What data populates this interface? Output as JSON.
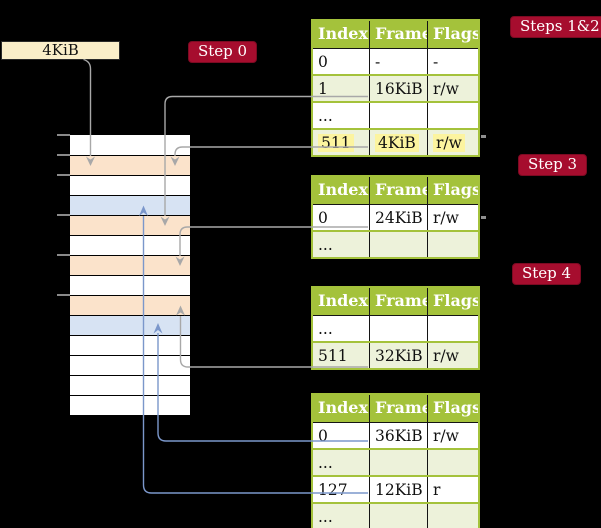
{
  "figure": {
    "legend_box": {
      "label": "4KiB"
    },
    "badges": [
      {
        "label": "Step 0"
      },
      {
        "label": "Steps 1&2"
      },
      {
        "label": "Step 3"
      },
      {
        "label": "Step 4"
      }
    ],
    "memory": {
      "description": "physical memory frames, 4KiB each, top of column = 0KiB",
      "rows": [
        {
          "kind": "free"
        },
        {
          "kind": "table"
        },
        {
          "kind": "free"
        },
        {
          "kind": "page"
        },
        {
          "kind": "table"
        },
        {
          "kind": "free"
        },
        {
          "kind": "table"
        },
        {
          "kind": "free"
        },
        {
          "kind": "table"
        },
        {
          "kind": "page"
        },
        {
          "kind": "free"
        },
        {
          "kind": "free"
        },
        {
          "kind": "free"
        },
        {
          "kind": "free"
        }
      ]
    },
    "tables": [
      {
        "headers": [
          "Index",
          "Frame",
          "Flags"
        ],
        "rows": [
          {
            "cells": [
              "0",
              "-",
              "-"
            ],
            "shaded": false,
            "highlight": false
          },
          {
            "cells": [
              "1",
              "16KiB",
              "r/w"
            ],
            "shaded": true,
            "highlight": false
          },
          {
            "cells": [
              "...",
              "",
              ""
            ],
            "shaded": false,
            "highlight": false
          },
          {
            "cells": [
              "511",
              "4KiB",
              "r/w"
            ],
            "shaded": true,
            "highlight": true
          }
        ]
      },
      {
        "headers": [
          "Index",
          "Frame",
          "Flags"
        ],
        "rows": [
          {
            "cells": [
              "0",
              "24KiB",
              "r/w"
            ],
            "shaded": false,
            "highlight": false
          },
          {
            "cells": [
              "...",
              "",
              ""
            ],
            "shaded": true,
            "highlight": false
          }
        ]
      },
      {
        "headers": [
          "Index",
          "Frame",
          "Flags"
        ],
        "rows": [
          {
            "cells": [
              "...",
              "",
              ""
            ],
            "shaded": false,
            "highlight": false
          },
          {
            "cells": [
              "511",
              "32KiB",
              "r/w"
            ],
            "shaded": true,
            "highlight": false
          }
        ]
      },
      {
        "headers": [
          "Index",
          "Frame",
          "Flags"
        ],
        "rows": [
          {
            "cells": [
              "0",
              "36KiB",
              "r/w"
            ],
            "shaded": false,
            "highlight": false
          },
          {
            "cells": [
              "...",
              "",
              ""
            ],
            "shaded": true,
            "highlight": false
          },
          {
            "cells": [
              "127",
              "12KiB",
              "r"
            ],
            "shaded": false,
            "highlight": false
          },
          {
            "cells": [
              "...",
              "",
              ""
            ],
            "shaded": true,
            "highlight": false
          }
        ]
      }
    ]
  },
  "colors": {
    "badge_red": "#a60d2e",
    "table_header_green": "#a4c23b",
    "row_green": "#edf2da",
    "frame_peach": "#fbe3cb",
    "frame_blue": "#d7e3f3",
    "highlight_yellow": "#fcf49f",
    "legend_cream": "#faeec9",
    "arrow_gray": "#a8a8a8",
    "arrow_blue": "#7b97cb"
  }
}
